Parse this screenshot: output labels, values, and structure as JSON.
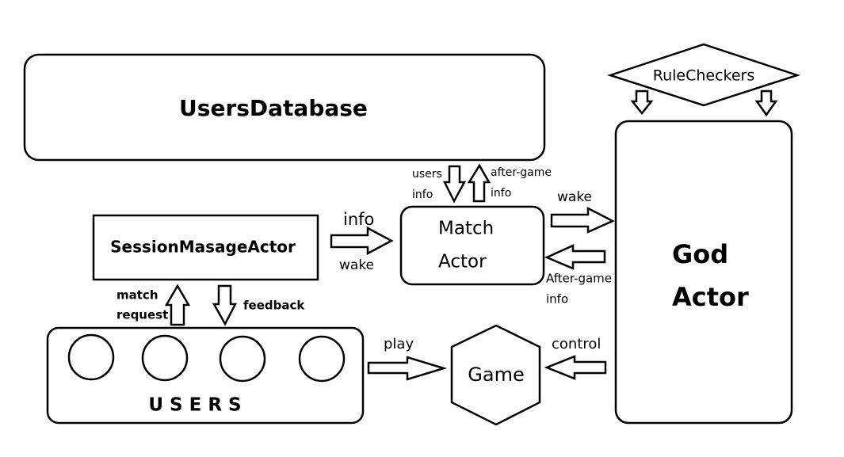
{
  "nodes": {
    "users_database": "UsersDatabase",
    "rule_checkers": "RuleCheckers",
    "session_actor": "SessionMasageActor",
    "match_actor_line1": "Match",
    "match_actor_line2": "Actor",
    "god_actor_line1": "God",
    "god_actor_line2": "Actor",
    "users": "USERS",
    "game": "Game"
  },
  "edges": {
    "users_info_line1": "users",
    "users_info_line2": "info",
    "after_game_info_line1": "after-game",
    "after_game_info_line2": "info",
    "info": "info",
    "wake_session": "wake",
    "wake_god": "wake",
    "after_game_return_line1": "After-game",
    "after_game_return_line2": "info",
    "match_request_line1": "match",
    "match_request_line2": "request",
    "feedback": "feedback",
    "play": "play",
    "control": "control"
  }
}
